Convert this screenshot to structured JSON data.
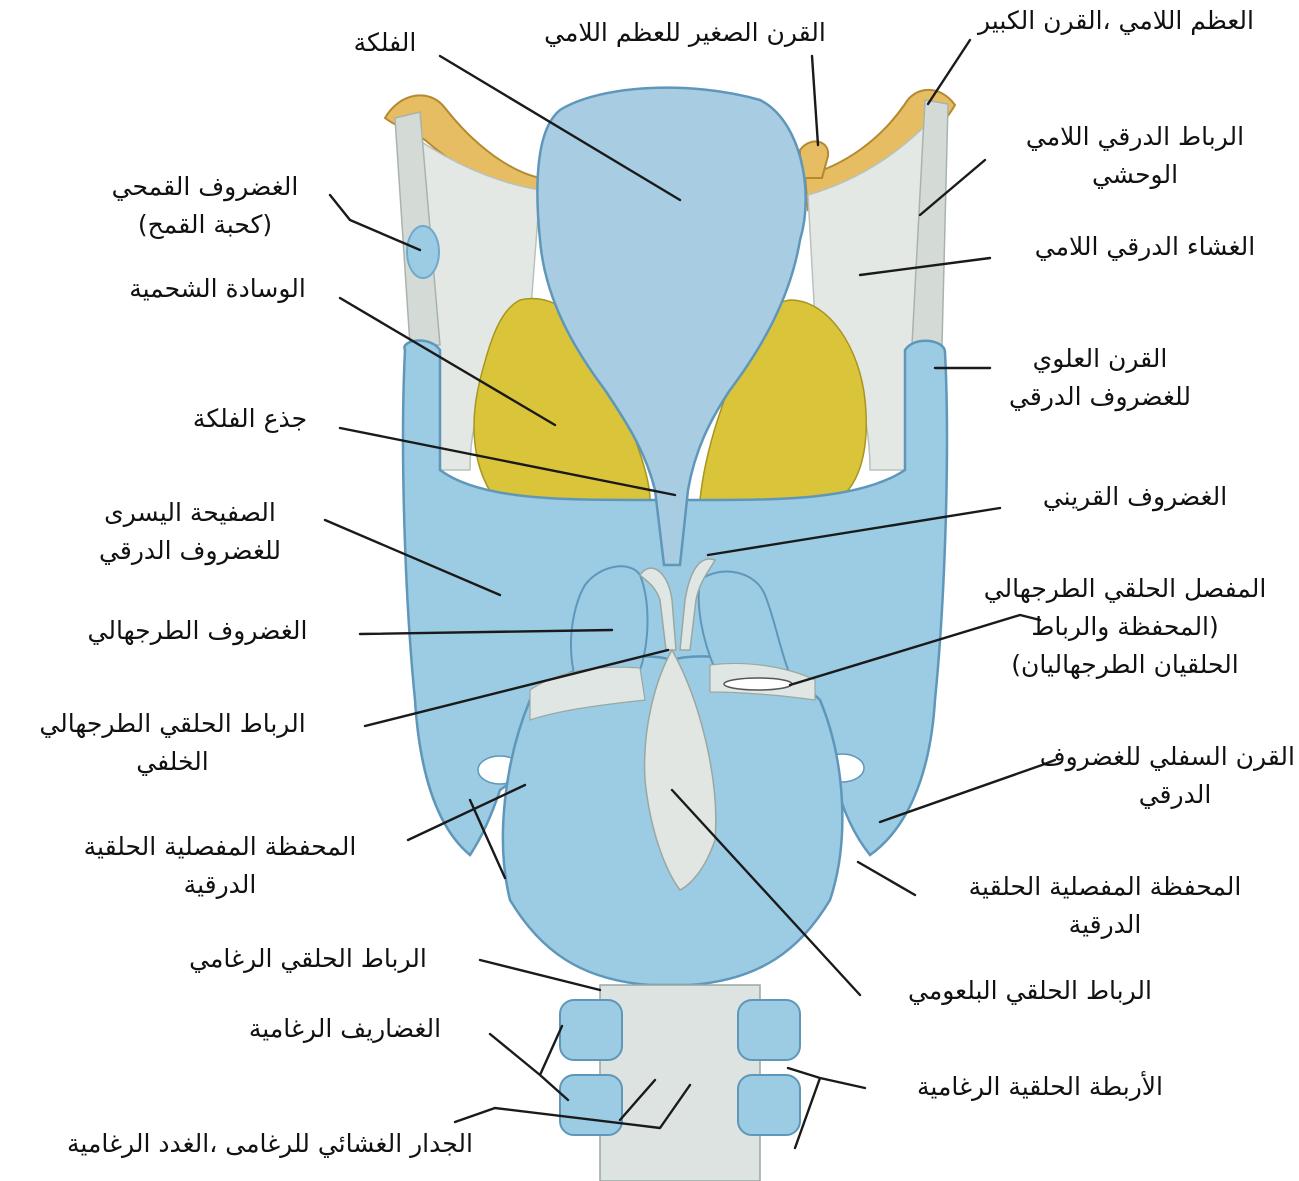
{
  "labels": {
    "hyoid_greater_horn": [
      "العظم اللامي ،القرن الكبير"
    ],
    "hyoid_lesser_horn": [
      "القرن الصغير للعظم اللامي"
    ],
    "epiglottis": [
      "الفلكة"
    ],
    "lateral_thyrohyoid_ligament": [
      "الرباط الدرقي اللامي",
      "الوحشي"
    ],
    "triticeal_cartilage": [
      "الغضروف القمحي",
      "(كحبة القمح)"
    ],
    "thyrohyoid_membrane": [
      "الغشاء الدرقي اللامي"
    ],
    "fat_pad": [
      "الوسادة الشحمية"
    ],
    "superior_horn_thyroid": [
      "القرن العلوي",
      "للغضروف الدرقي"
    ],
    "epiglottic_stalk": [
      "جذع الفلكة"
    ],
    "corniculate_cartilage": [
      "الغضروف القريني"
    ],
    "left_lamina_thyroid": [
      "الصفيحة اليسرى",
      "للغضروف الدرقي"
    ],
    "arytenoid_cartilage": [
      "الغضروف الطرجهالي"
    ],
    "cricoarytenoid_joint": [
      "المفصل الحلقي الطرجهالي",
      "(المحفظة والرباط",
      "الحلقيان الطرجهاليان)"
    ],
    "posterior_cricoarytenoid_ligament": [
      "الرباط الحلقي الطرجهالي",
      "الخلفي"
    ],
    "inferior_horn_thyroid": [
      "القرن السفلي للغضروف",
      "الدرقي"
    ],
    "cricothyroid_capsule_left": [
      "المحفظة المفصلية الحلقية",
      "الدرقية"
    ],
    "cricothyroid_capsule_right": [
      "المحفظة المفصلية الحلقية",
      "الدرقية"
    ],
    "cricotracheal_ligament": [
      "الرباط الحلقي الرغامي"
    ],
    "cricopharyngeal_ligament": [
      "الرباط الحلقي البلعومي"
    ],
    "tracheal_cartilages": [
      "الغضاريف الرغامية"
    ],
    "anular_ligaments": [
      "الأربطة الحلقية الرغامية"
    ],
    "membranous_wall": [
      "الجدار الغشائي للرغامى ،الغدد الرغامية"
    ]
  },
  "colors": {
    "cartilage": "#9ccbe4",
    "cartilage_dark": "#6fa9cc",
    "epiglottis": "#a8cde2",
    "bone": "#e6bd62",
    "fat": "#d9c43a",
    "membrane": "#e4e8e4",
    "ligament": "#cfd6d2",
    "line": "#1a1a1a"
  }
}
